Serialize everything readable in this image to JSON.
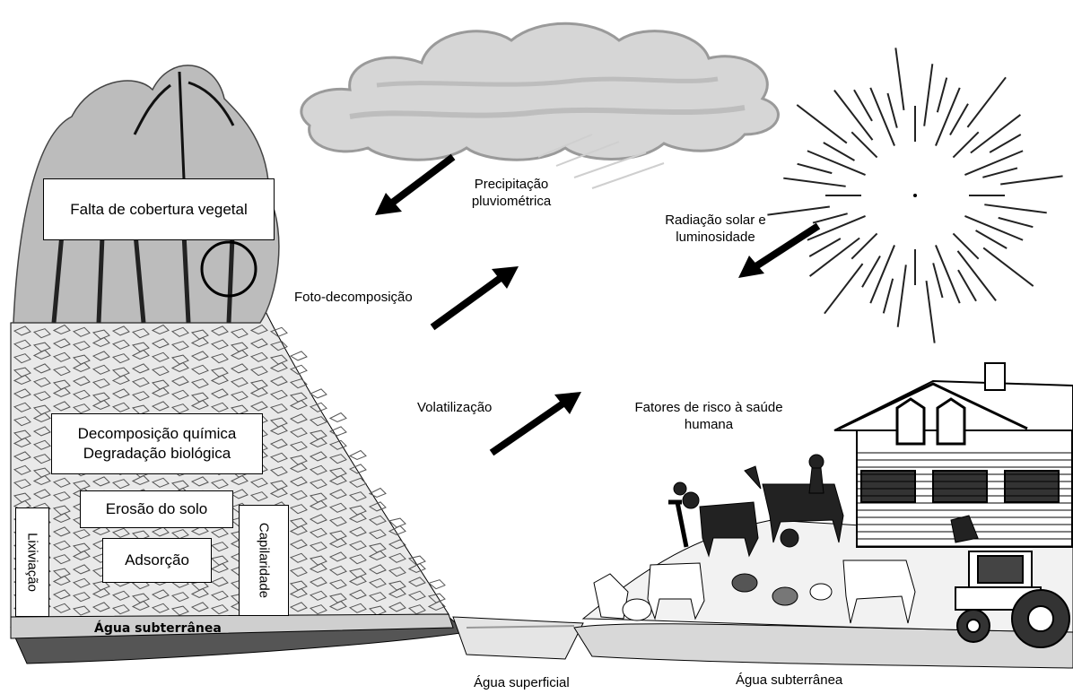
{
  "labels": {
    "vegetation": "Falta de cobertura vegetal",
    "precipitation": "Precipitação pluviométrica",
    "solar": "Radiação solar e luminosidade",
    "photo": "Foto-decomposição",
    "volatilization": "Volatilização",
    "risk": "Fatores de risco à saúde humana",
    "chemical": "Decomposição química",
    "biological": "Degradação biológica",
    "erosion": "Erosão do solo",
    "adsorption": "Adsorção",
    "leaching": "Lixiviação",
    "capillarity": "Capilaridade",
    "groundwater_strip": "Água subterrânea",
    "surface_water": "Água superficial",
    "groundwater_bottom": "Água subterrânea"
  }
}
